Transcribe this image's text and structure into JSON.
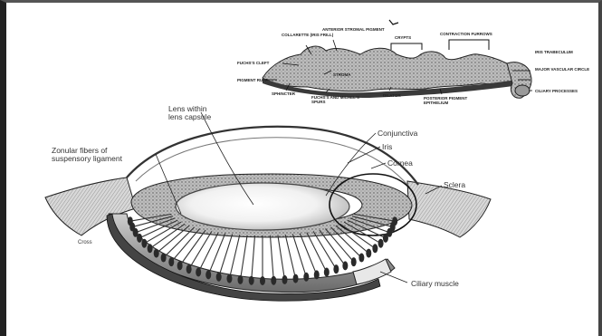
{
  "upper_figure": {
    "labels": {
      "collarette": "COLLARETTE (IRIS FRILL)",
      "anterior_pigment": "ANTERIOR STROMAL PIGMENT",
      "crypts": "CRYPTS",
      "contraction_furrows": "CONTRACTION FURROWS",
      "iris_trabeculum": "IRIS TRABECULUM",
      "fuchs_cleft": "FUCHS'S CLEFT",
      "stroma": "STROMA",
      "major_circle": "MAJOR VASCULAR CIRCLE",
      "pigment_ruff": "PIGMENT RUFF",
      "dilator": "DILATOR",
      "ciliary_processes": "CILIARY PROCESSES",
      "sphincter": "SPHINCTER",
      "fuchs_spurs": "FUCHS'S AND MICHEL'S SPURS",
      "posterior_epithelium": "POSTERIOR PIGMENT EPITHELIUM"
    }
  },
  "lower_figure": {
    "labels": {
      "lens": "Lens within\nlens capsule",
      "zonular": "Zonular fibers of\nsuspensory ligament",
      "conjunctiva": "Conjunctiva",
      "iris": "Iris",
      "cornea": "Cornea",
      "sclera": "Sclera",
      "cross": "Cross",
      "ciliary_muscle": "Ciliary muscle"
    }
  }
}
